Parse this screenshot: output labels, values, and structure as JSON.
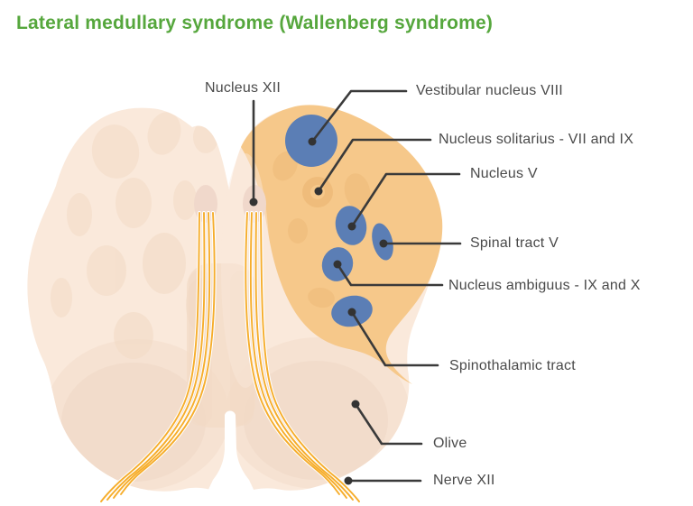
{
  "title": "Lateral medullary syndrome (Wallenberg syndrome)",
  "diagram": {
    "subject": "medulla-oblongata-cross-section",
    "labels": {
      "nucleus_xii": "Nucleus XII",
      "vestibular_nucleus_viii": "Vestibular nucleus VIII",
      "nucleus_solitarius": "Nucleus solitarius - VII and IX",
      "nucleus_v": "Nucleus V",
      "spinal_tract_v": "Spinal tract V",
      "nucleus_ambiguus": "Nucleus ambiguus - IX and X",
      "spinothalamic_tract": "Spinothalamic tract",
      "olive": "Olive",
      "nerve_xii": "Nerve XII"
    },
    "colors": {
      "title_green": "#56a73d",
      "label_text": "#4a4a4a",
      "leader_line": "#3a3a3a",
      "lesion_blue": "#5b7eb5",
      "highlight_orange": "#f6c88a",
      "highlight_orange_deep": "#edb977",
      "body_cream": "#fae9db",
      "body_blob": "#f2dac5",
      "lobe_shade": "#f6e2d2",
      "lobe_inner": "#efd7c4",
      "midline_oval": "#f0d8cb",
      "nerve_yellow": "#f6ad2b"
    }
  }
}
